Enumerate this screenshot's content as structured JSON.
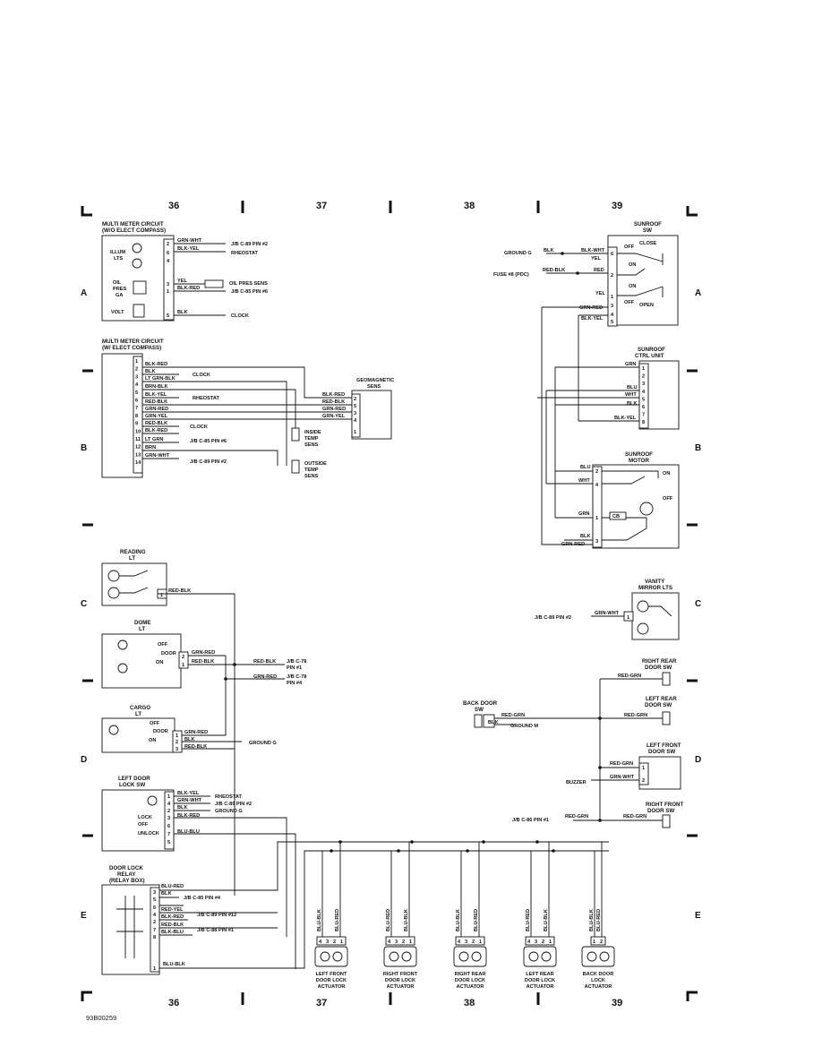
{
  "diagram_code": "93B00259",
  "columns": [
    "36",
    "37",
    "38",
    "39"
  ],
  "rows": [
    "A",
    "B",
    "C",
    "D",
    "E"
  ],
  "multi_meter_no_compass": {
    "title1": "MULTI METER CIRCUIT",
    "title2": "(W/O ELECT COMPASS)",
    "illum": [
      "ILLUM",
      "LTS"
    ],
    "oil": [
      "OIL",
      "PRES",
      "GA"
    ],
    "volt": "VOLT",
    "pins": [
      "2",
      "6",
      "4",
      "3",
      "1",
      "5"
    ],
    "wires": [
      "GRN-WHT",
      "BLK-YEL",
      "YEL",
      "BLK-RED",
      "BLK"
    ],
    "dests": [
      "J/B C-89 PIN #2",
      "RHEOSTAT",
      "OIL PRES SENS",
      "J/B C-85 PIN #6",
      "CLOCK"
    ]
  },
  "multi_meter_compass": {
    "title1": "MULTI METER CIRCUIT",
    "title2": "(W/ ELECT COMPASS)",
    "pins": [
      "1",
      "2",
      "3",
      "4",
      "5",
      "6",
      "7",
      "8",
      "9",
      "10",
      "11",
      "12",
      "13",
      "14"
    ],
    "wires": [
      "BLK-RED",
      "BLK",
      "LT GRN-BLK",
      "BRN-BLK",
      "BLK-YEL",
      "RED-BLK",
      "GRN-RED",
      "GRN-YEL",
      "RED-BLK",
      "BLK-RED",
      "LT GRN",
      "BRN",
      "GRN-WHT"
    ],
    "dests": [
      "CLOCK",
      "RHEOSTAT",
      "CLOCK",
      "J/B C-85 PIN #6",
      "J/B C-89 PIN #2"
    ],
    "geo_title": [
      "GEOMAGNETIC",
      "SENS"
    ],
    "geo_wires": [
      "BLK-RED",
      "RED-BLK",
      "GRN-RED",
      "GRN-YEL"
    ],
    "geo_pins": [
      "2",
      "5",
      "3",
      "4",
      "1"
    ],
    "inside_temp": [
      "INSIDE",
      "TEMP",
      "SENS"
    ],
    "outside_temp": [
      "OUTSIDE",
      "TEMP",
      "SENS"
    ]
  },
  "sunroof_sw": {
    "title": [
      "SUNROOF",
      "SW"
    ],
    "ground": "GROUND G",
    "fuse": "FUSE #8 (PDC)",
    "wires": [
      "BLK",
      "BLK-WHT",
      "YEL",
      "RED-BLK",
      "RED",
      "YEL",
      "GRN-RED",
      "BLK-YEL"
    ],
    "pins": [
      "6",
      "2",
      "1",
      "3",
      "4",
      "5"
    ],
    "labels": [
      "OFF",
      "CLOSE",
      "ON",
      "ON",
      "OFF",
      "OPEN"
    ]
  },
  "sunroof_ctrl": {
    "title": [
      "SUNROOF",
      "CTRL UNIT"
    ],
    "wires": [
      "GRN",
      "BLU",
      "WHT",
      "BLK",
      "BLK-YEL"
    ],
    "pins": [
      "1",
      "2",
      "3",
      "4",
      "5",
      "6",
      "7",
      "8"
    ]
  },
  "sunroof_motor": {
    "title": [
      "SUNROOF",
      "MOTOR"
    ],
    "wires": [
      "BLU",
      "WHT",
      "GRN",
      "BLK",
      "GRN-RED"
    ],
    "pins": [
      "2",
      "4",
      "1",
      "3"
    ],
    "labels": [
      "ON",
      "OFF",
      "CB"
    ]
  },
  "reading_lt": {
    "title": [
      "READING",
      "LT"
    ],
    "wire": "RED-BLK",
    "pin": "1"
  },
  "dome_lt": {
    "title": [
      "DOME",
      "LT"
    ],
    "labels": [
      "OFF",
      "DOOR",
      "ON"
    ],
    "wires": [
      "GRN-RED",
      "RED-BLK"
    ],
    "pins": [
      "2",
      "1"
    ],
    "jb": [
      "RED-BLK",
      "J/B C-78",
      "PIN #1",
      "GRN-RED",
      "J/B C-78",
      "PIN #4"
    ]
  },
  "cargo_lt": {
    "title": [
      "CARGO",
      "LT"
    ],
    "labels": [
      "OFF",
      "DOOR",
      "ON"
    ],
    "wires": [
      "GRN-RED",
      "BLK",
      "RED-BLK"
    ],
    "pins": [
      "1",
      "2",
      "3"
    ],
    "ground": "GROUND G"
  },
  "vanity": {
    "title": [
      "VANITY",
      "MIRROR LTS"
    ],
    "jb": "J/B C-89 PIN #2",
    "wire": "GRN-WHT",
    "pin": "1"
  },
  "door_switches": {
    "right_rear": [
      "RIGHT REAR",
      "DOOR SW"
    ],
    "left_rear": [
      "LEFT REAR",
      "DOOR SW"
    ],
    "back_door": [
      "BACK DOOR",
      "SW"
    ],
    "left_front": [
      "LEFT FRONT",
      "DOOR SW"
    ],
    "right_front": [
      "RIGHT FRONT",
      "DOOR SW"
    ],
    "ground_m": "GROUND M",
    "buzzer": "BUZZER",
    "jb": "J/B C-86 PIN #1",
    "wires": [
      "RED-GRN",
      "RED-GRN",
      "RED-GRN",
      "BLK",
      "RED-GRN",
      "GRN-WHT",
      "RED-GRN",
      "RED-GRN"
    ],
    "pins": [
      "1",
      "2"
    ]
  },
  "left_door_lock_sw": {
    "title": [
      "LEFT DOOR",
      "LOCK SW"
    ],
    "pins": [
      "1",
      "4",
      "2",
      "3",
      "6",
      "7",
      "5"
    ],
    "wires": [
      "BLK-YEL",
      "GRN-WHT",
      "BLK",
      "BLK-RED",
      "BLU-BLU"
    ],
    "dests": [
      "RHEOSTAT",
      "J/B C-89 PIN #2",
      "GROUND G"
    ],
    "labels": [
      "LOCK",
      "OFF",
      "UNLOCK"
    ]
  },
  "relay": {
    "title": [
      "DOOR LOCK",
      "RELAY",
      "(RELAY BOX)"
    ],
    "pins": [
      "3",
      "5",
      "6",
      "4",
      "2",
      "7",
      "8",
      "1"
    ],
    "wires": [
      "BLU-RED",
      "BLK",
      "RED-YEL",
      "BLK-RED",
      "RED-BLK",
      "BLK-BLU",
      "BLU-BLK"
    ],
    "dests": [
      "J/B C-85 PIN #4",
      "J/B C-89 PIN #12",
      "J/B C-88 PIN #1"
    ]
  },
  "actuators": [
    {
      "name": [
        "LEFT FRONT",
        "DOOR LOCK",
        "ACTUATOR"
      ],
      "wires": [
        "BLU-BLK",
        "BLU-RED"
      ],
      "pins": [
        "4",
        "3",
        "2",
        "1"
      ]
    },
    {
      "name": [
        "RIGHT FRONT",
        "DOOR LOCK",
        "ACTUATOR"
      ],
      "wires": [
        "BLU-RED",
        "BLU-BLK"
      ],
      "pins": [
        "4",
        "3",
        "2",
        "1"
      ]
    },
    {
      "name": [
        "RIGHT REAR",
        "DOOR LOCK",
        "ACTUATOR"
      ],
      "wires": [
        "BLU-BLK",
        "BLU-RED"
      ],
      "pins": [
        "4",
        "3",
        "2",
        "1"
      ]
    },
    {
      "name": [
        "LEFT REAR",
        "DOOR LOCK",
        "ACTUATOR"
      ],
      "wires": [
        "BLU-RED",
        "BLU-BLK"
      ],
      "pins": [
        "4",
        "3",
        "2",
        "1"
      ]
    },
    {
      "name": [
        "BACK DOOR",
        "LOCK",
        "ACTUATOR"
      ],
      "wires": [
        "BLU-BLK",
        "BLU-RED"
      ],
      "pins": [
        "1",
        "2"
      ]
    }
  ]
}
